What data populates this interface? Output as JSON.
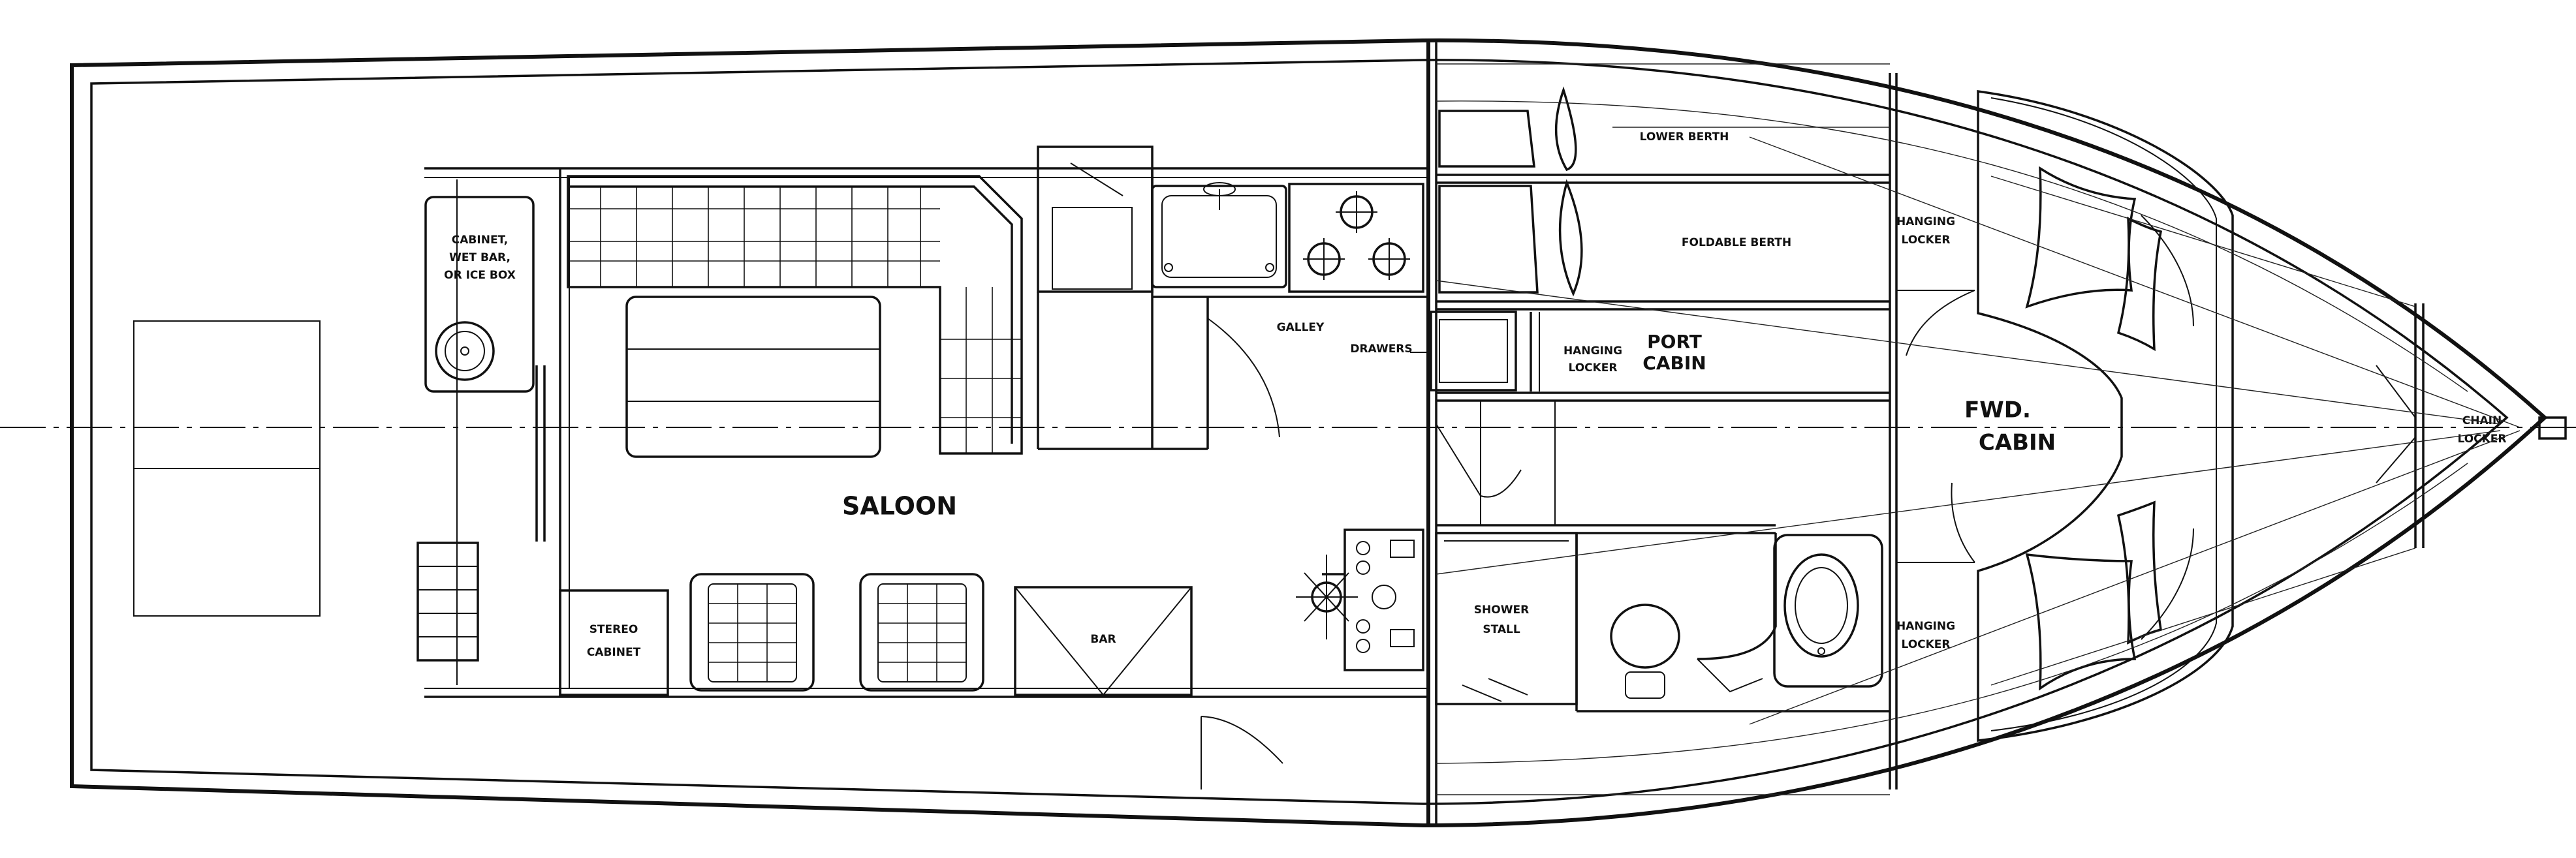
{
  "labels": {
    "cabinet_line1": "CABINET,",
    "cabinet_line2": "WET BAR,",
    "cabinet_line3": "OR ICE BOX",
    "saloon": "SALOON",
    "stereo_line1": "STEREO",
    "stereo_line2": "CABINET",
    "bar": "BAR",
    "galley": "GALLEY",
    "drawers": "DRAWERS",
    "hanging_locker_mid_line1": "HANGING",
    "hanging_locker_mid_line2": "LOCKER",
    "port_line1": "PORT",
    "port_line2": "CABIN",
    "lower_berth": "LOWER BERTH",
    "foldable_berth": "FOLDABLE BERTH",
    "shower_line1": "SHOWER",
    "shower_line2": "STALL",
    "hanging_locker_top_line1": "HANGING",
    "hanging_locker_top_line2": "LOCKER",
    "hanging_locker_bottom_line1": "HANGING",
    "hanging_locker_bottom_line2": "LOCKER",
    "fwd_line1": "FWD.",
    "fwd_line2": "CABIN",
    "chain_line1": "CHAIN",
    "chain_line2": "LOCKER"
  },
  "colors": {
    "ink": "#111111",
    "paper": "#ffffff"
  }
}
